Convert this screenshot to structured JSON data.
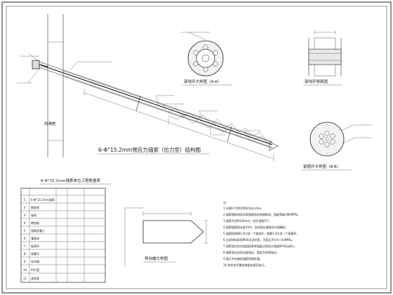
{
  "labels": {
    "pile": "抗滑桩",
    "main_title": "6-Φ°15.2mm预应力锚索（拉力型）结构图",
    "section_aa": "架线环大样图（A-A）",
    "ring_side": "架线环侧面图",
    "section_bb": "紧箍环大样图（B-B）",
    "table_title": "6-Φ°15.2mm锚索单位工程数量表",
    "guide_cap": "导向帽大样图",
    "notes_title": "注："
  },
  "table": {
    "rows": [
      {
        "no": "1",
        "item": "6-Φ°15.2mm锚索"
      },
      {
        "no": "2",
        "item": "钢绞线"
      },
      {
        "no": "3",
        "item": "锚具"
      },
      {
        "no": "4",
        "item": "钢垫板"
      },
      {
        "no": "5",
        "item": "锚墩混凝土"
      },
      {
        "no": "6",
        "item": "灌浆体"
      },
      {
        "no": "7",
        "item": "架线环"
      },
      {
        "no": "8",
        "item": "紧箍环"
      },
      {
        "no": "9",
        "item": "导向帽"
      },
      {
        "no": "10",
        "item": "PVC管"
      },
      {
        "no": "11",
        "item": "波纹管"
      }
    ]
  },
  "notes": [
    "1.本图尺寸除注明外均以cm计。",
    "2.锚索钢绞线采用高强度低松弛钢绞线，强度等级1860MPa。",
    "3.锚索孔径Φ130mm，钻孔倾角15°。",
    "4.锚索锚固段长度10m，自由段长度按设计图确定。",
    "5.锚固段每隔1.5m设一个架线环，每隔1.5m设一个紧箍环。",
    "6.注浆材料采用M30水泥砂浆，注浆压力0.6～0.8MPa。",
    "7.锚索张拉应在锚固段浆体强度达到设计强度80%后进行。",
    "8.锚索张拉采用分级张拉，锁定后补偿张拉。",
    "9.施工中应做好锚索防腐处理。",
    "10.其余未尽事宜按相关规范执行。"
  ]
}
